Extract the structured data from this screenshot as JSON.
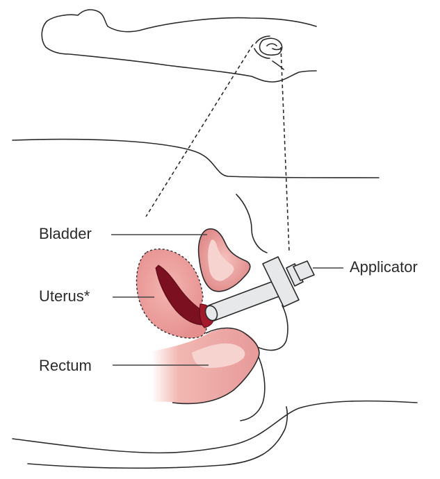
{
  "labels": {
    "bladder": "Bladder",
    "uterus": "Uterus*",
    "rectum": "Rectum",
    "applicator": "Applicator"
  },
  "colors": {
    "outline": "#2a2a2a",
    "tissue": "#e79a9a",
    "tissue_light": "#f7d3cf",
    "tissue_dark": "#7a1020",
    "leader_line": "#444444",
    "applicator_fill": "#e6e8ea"
  },
  "icons": {
    "body_silhouette": "reclining-figure-icon"
  }
}
